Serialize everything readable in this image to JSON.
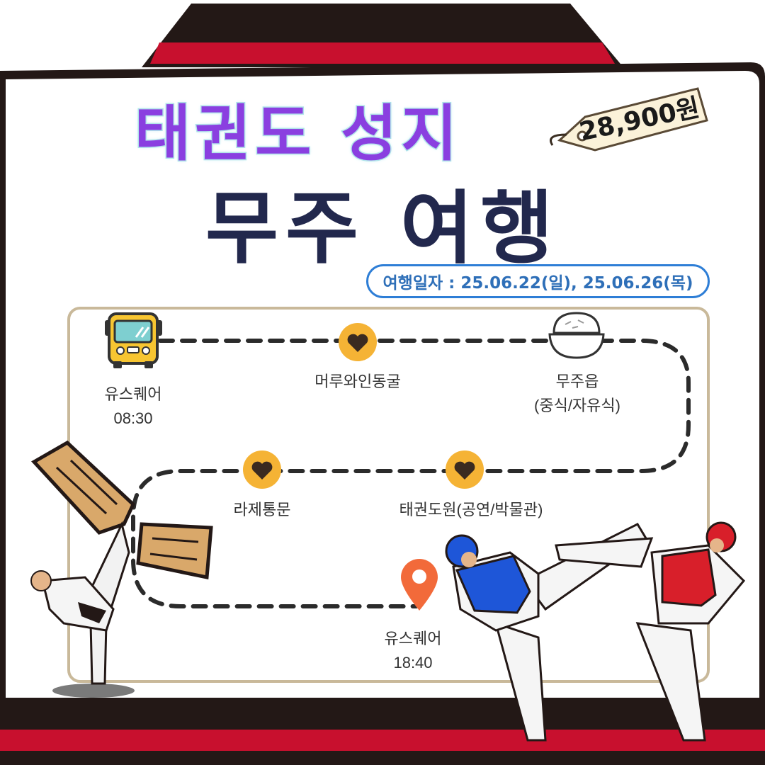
{
  "title": {
    "line1": "태권도 성지",
    "line2": "무주 여행"
  },
  "price": "28,900원",
  "trip_date": "여행일자 : 25.06.22(일), 25.06.26(목)",
  "stops": [
    {
      "icon": "bus-icon",
      "name": "유스퀘어",
      "time": "08:30"
    },
    {
      "icon": "heart-icon",
      "name": "머루와인동굴"
    },
    {
      "icon": "rice-bowl-icon",
      "name": "무주읍",
      "note": "(중식/자유식)"
    },
    {
      "icon": "heart-icon",
      "name": "태권도원(공연/박물관)"
    },
    {
      "icon": "heart-icon",
      "name": "라제통문"
    },
    {
      "icon": "location-pin-icon",
      "name": "유스퀘어",
      "time": "18:40"
    }
  ],
  "colors": {
    "accent_red": "#c8102e",
    "frame_black": "#231816",
    "title_purple": "#8a3fe0",
    "title_navy": "#22284d",
    "marker_yellow": "#f5b335",
    "pin_orange": "#f26a3a",
    "date_blue": "#2e7ed6",
    "route_border": "#c9b99a"
  }
}
